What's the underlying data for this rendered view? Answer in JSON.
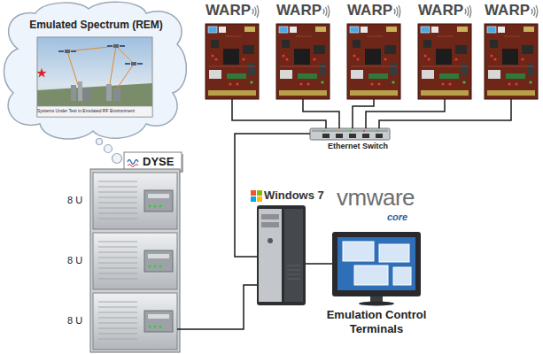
{
  "diagram": {
    "nodes": [
      {
        "text": [
          "Emulated Spectrum (REM)"
        ]
      },
      {
        "text": [
          "DYSE"
        ]
      },
      {
        "text": [
          "WARP"
        ]
      },
      {
        "text": [
          "WARP"
        ]
      },
      {
        "text": [
          "WARP"
        ]
      },
      {
        "text": [
          "WARP"
        ]
      },
      {
        "text": [
          "WARP"
        ]
      },
      {
        "text": [
          "Ethernet Switch"
        ]
      },
      {
        "text": [
          "8 U"
        ]
      },
      {
        "text": [
          "8 U"
        ]
      },
      {
        "text": [
          "8 U"
        ]
      },
      {
        "text": [
          "Windows 7"
        ]
      },
      {
        "text": [
          "vmware",
          "core",
          "Emulation Control Terminals"
        ]
      }
    ],
    "edges": [
      {
        "from": 2,
        "to": 7,
        "arrow": "none"
      },
      {
        "from": 3,
        "to": 7,
        "arrow": "none"
      },
      {
        "from": 4,
        "to": 7,
        "arrow": "none"
      },
      {
        "from": 5,
        "to": 7,
        "arrow": "none"
      },
      {
        "from": 6,
        "to": 7,
        "arrow": "none"
      },
      {
        "from": 7,
        "to": 11,
        "arrow": "none"
      },
      {
        "from": 10,
        "to": 11,
        "arrow": "none"
      },
      {
        "from": 11,
        "to": 12,
        "arrow": "none"
      }
    ],
    "labels": [
      "Systems Under Test in Emulated RF Environment"
    ]
  }
}
